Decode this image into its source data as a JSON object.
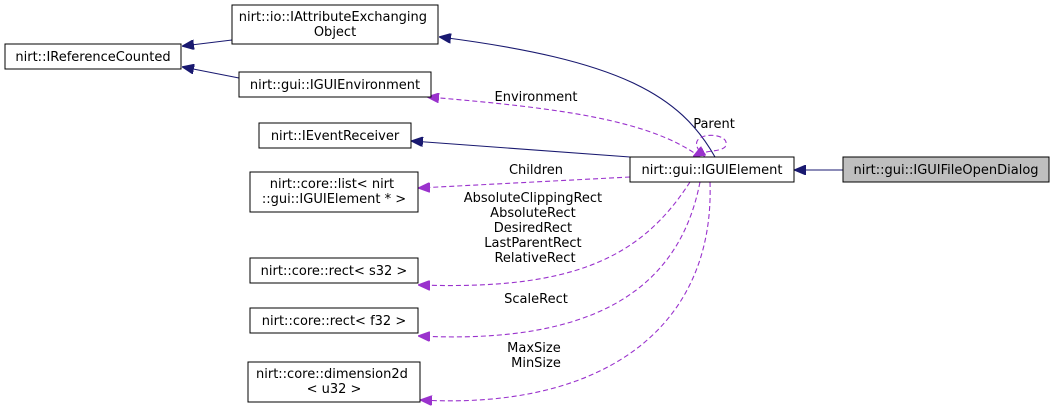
{
  "nodes": {
    "ireferencecounted": {
      "lines": [
        "nirt::IReferenceCounted"
      ]
    },
    "iattributeexchangingobject": {
      "lines": [
        "nirt::io::IAttributeExchanging",
        "Object"
      ]
    },
    "iguienvironment": {
      "lines": [
        "nirt::gui::IGUIEnvironment"
      ]
    },
    "ieventreceiver": {
      "lines": [
        "nirt::IEventReceiver"
      ]
    },
    "list_iguielement": {
      "lines": [
        "nirt::core::list< nirt",
        "::gui::IGUIElement * >"
      ]
    },
    "rect_s32": {
      "lines": [
        "nirt::core::rect< s32 >"
      ]
    },
    "rect_f32": {
      "lines": [
        "nirt::core::rect< f32 >"
      ]
    },
    "dimension2d_u32": {
      "lines": [
        "nirt::core::dimension2d",
        "< u32 >"
      ]
    },
    "iguielement": {
      "lines": [
        "nirt::gui::IGUIElement"
      ]
    },
    "iguifileopendialog": {
      "lines": [
        "nirt::gui::IGUIFileOpenDialog"
      ]
    }
  },
  "edge_labels": {
    "environment": [
      "Environment"
    ],
    "parent": [
      "Parent"
    ],
    "children": [
      "Children"
    ],
    "rects_s32": [
      "AbsoluteClippingRect",
      "AbsoluteRect",
      "DesiredRect",
      "LastParentRect",
      "RelativeRect"
    ],
    "scalerect": [
      "ScaleRect"
    ],
    "sizes": [
      "MaxSize",
      "MinSize"
    ]
  },
  "colors": {
    "inheritance_edge": "#191970",
    "member_edge": "#9a32cd",
    "highlight_fill": "#bfbfbf"
  }
}
